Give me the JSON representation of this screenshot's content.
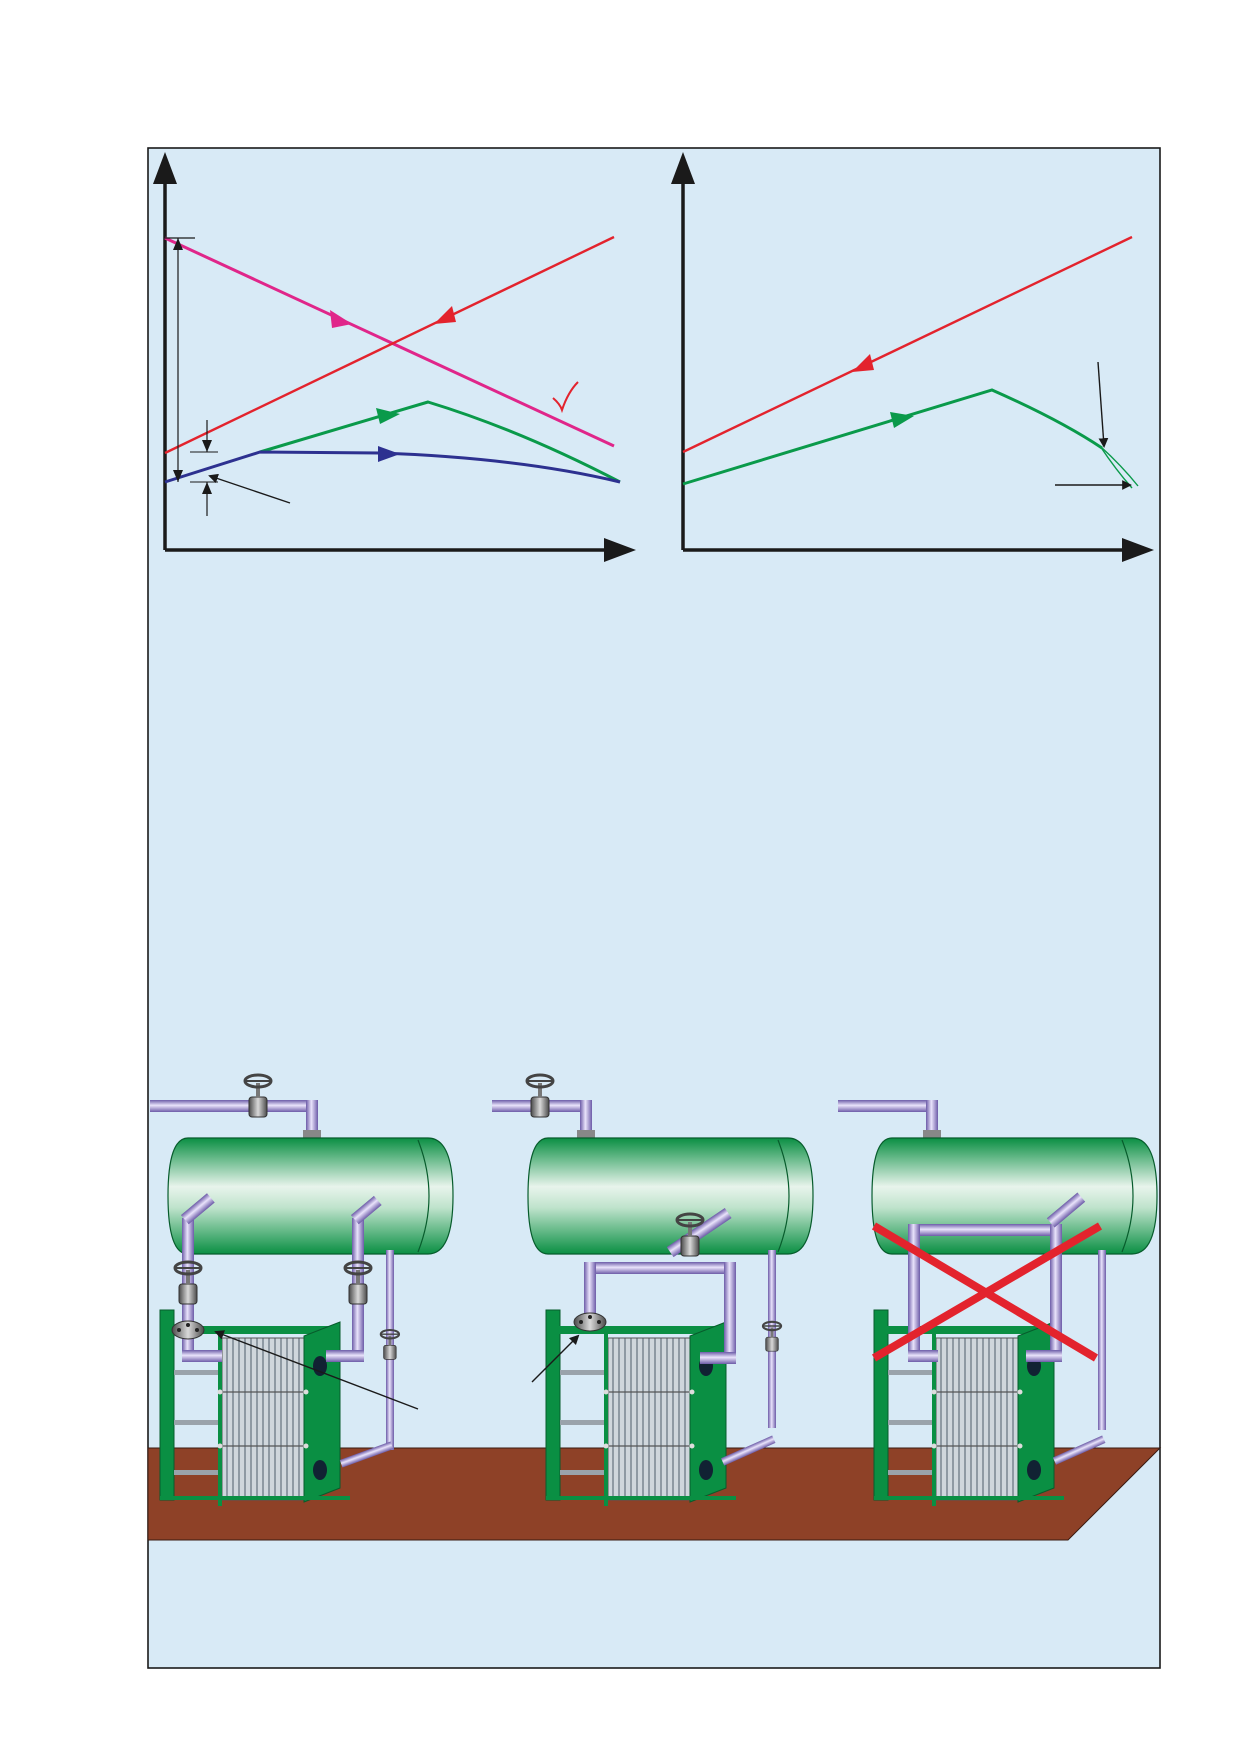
{
  "colors": {
    "background": "#d8eaf6",
    "line_magenta": "#e0268a",
    "line_red": "#e3232d",
    "line_green": "#0a9a4a",
    "line_navy": "#2d3190",
    "tank_green": "#0a8f43",
    "pipe_lavender": "#b8a8e6",
    "floor_brown": "#8e4127",
    "check_red": "#e3232d"
  },
  "icons": {
    "check_mark": "check-icon",
    "prohibited": "red-cross-icon",
    "valve": "valve-handwheel-icon"
  },
  "installations": [
    {
      "name": "receiver-tank-installation-1",
      "status": "shown"
    },
    {
      "name": "receiver-tank-installation-2",
      "status": "shown"
    },
    {
      "name": "receiver-tank-installation-3",
      "status": "crossed-out"
    }
  ]
}
